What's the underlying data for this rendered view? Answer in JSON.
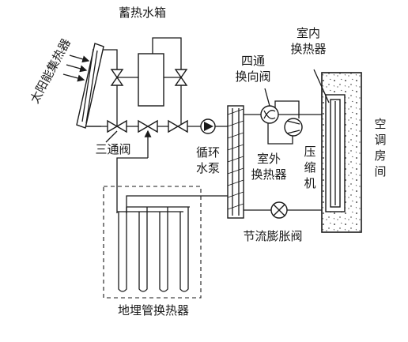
{
  "labels": {
    "storage_tank": "蓄热水箱",
    "solar_collector": "太阳能集热器",
    "three_way_valve": "三通阀",
    "circulation_pump_line1": "循环",
    "circulation_pump_line2": "水泵",
    "four_way_valve_line1": "四通",
    "four_way_valve_line2": "换向阀",
    "indoor_hx_line1": "室内",
    "indoor_hx_line2": "换热器",
    "outdoor_hx_line1": "室外",
    "outdoor_hx_line2": "换热器",
    "compressor_c1": "压",
    "compressor_c2": "缩",
    "compressor_c3": "机",
    "room_c1": "空",
    "room_c2": "调",
    "room_c3": "房",
    "room_c4": "间",
    "expansion_valve": "节流膨胀阀",
    "ground_hx": "地埋管换热器"
  },
  "colors": {
    "line": "#1a1a1a",
    "background": "#ffffff"
  }
}
